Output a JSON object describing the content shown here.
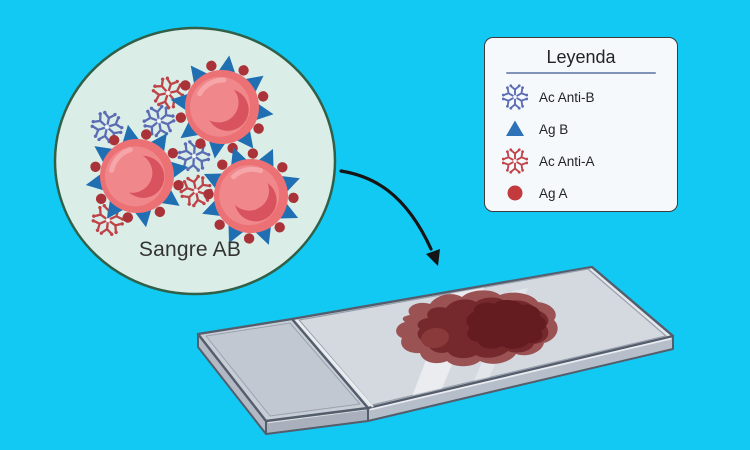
{
  "canvas": {
    "background_color": "#12C9F3"
  },
  "sample_circle": {
    "label": "Sangre AB",
    "fill": "#DBEDE7",
    "border_color": "#316049",
    "cell_body_color": "#EC7175",
    "antigen_b_color": "#1F6FB2",
    "antigen_a_color": "#A93338",
    "antibody_anti_b_color": "#5B6CB4",
    "antibody_anti_a_color": "#BE4247"
  },
  "legend": {
    "title": "Leyenda",
    "divider_color": "#8293BA",
    "items": [
      {
        "label": "Ac Anti-B",
        "icon": "antibody-snowflake",
        "color": "#5B6CB4"
      },
      {
        "label": "Ag B",
        "icon": "triangle",
        "color": "#2E73B8"
      },
      {
        "label": "Ac Anti-A",
        "icon": "antibody-snowflake",
        "color": "#C04449"
      },
      {
        "label": "Ag A",
        "icon": "circle",
        "color": "#C2393E"
      }
    ]
  },
  "slide": {
    "glass": {
      "rim": "#E3E7EC",
      "surface": "#D4D9E0",
      "frosted": "#C8CED7",
      "side": "#B6BECA",
      "outline": "#545D6B"
    },
    "stain": {
      "outer": "#9A5253",
      "mid": "#75292C",
      "dark": "#641C20",
      "spot": "#8A3A3B"
    }
  },
  "arrow": {
    "color": "#151515"
  }
}
